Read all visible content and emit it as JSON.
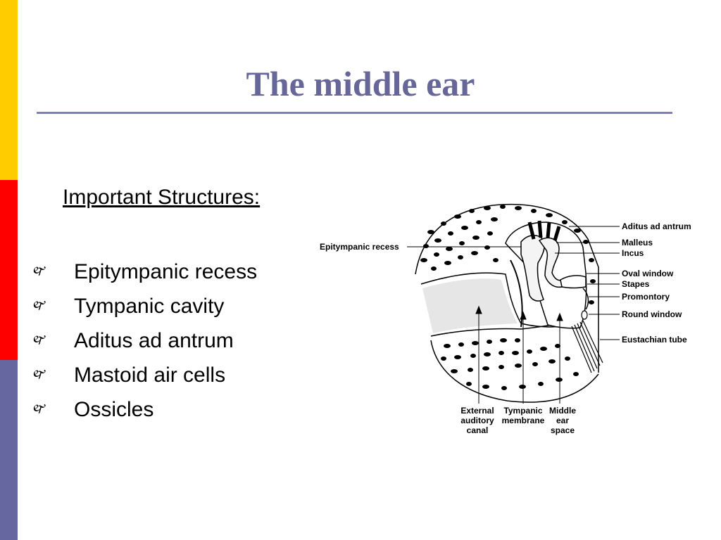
{
  "slide": {
    "title": "The middle ear",
    "subheading": "Important Structures:",
    "bullet_glyph": "🙰",
    "bullets": [
      "Epitympanic recess",
      "Tympanic cavity",
      "Aditus ad antrum",
      "Mastoid air cells",
      "Ossicles"
    ]
  },
  "diagram": {
    "labels_left": [
      "Epitympanic recess"
    ],
    "labels_right": [
      "Aditus ad antrum",
      "Malleus",
      "Incus",
      "Oval window",
      "Stapes",
      "Promontory",
      "Round window",
      "Eustachian tube"
    ],
    "labels_bottom": [
      {
        "lines": [
          "External",
          "auditory",
          "canal"
        ]
      },
      {
        "lines": [
          "Tympanic",
          "membrane"
        ]
      },
      {
        "lines": [
          "Middle",
          "ear",
          "space"
        ]
      }
    ]
  },
  "colors": {
    "yellow_bar": "#FFCC00",
    "red_bar": "#FF0000",
    "blue_bar": "#6666A0",
    "title": "#666699",
    "title_rule": "#8080B0"
  }
}
